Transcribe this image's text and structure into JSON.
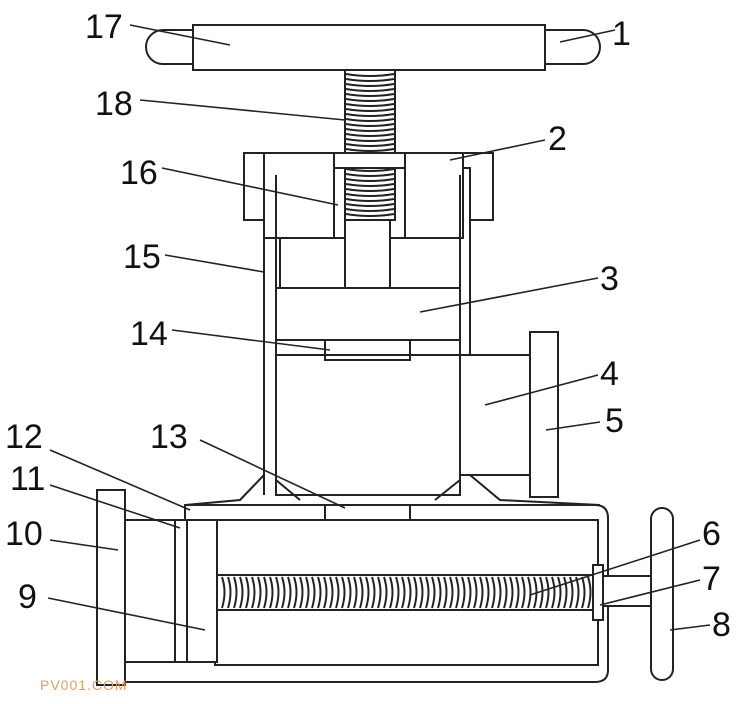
{
  "labels": {
    "l1": "1",
    "l2": "2",
    "l3": "3",
    "l4": "4",
    "l5": "5",
    "l6": "6",
    "l7": "7",
    "l8": "8",
    "l9": "9",
    "l10": "10",
    "l11": "11",
    "l12": "12",
    "l13": "13",
    "l14": "14",
    "l15": "15",
    "l16": "16",
    "l17": "17",
    "l18": "18"
  },
  "watermark": "PV001.COM"
}
